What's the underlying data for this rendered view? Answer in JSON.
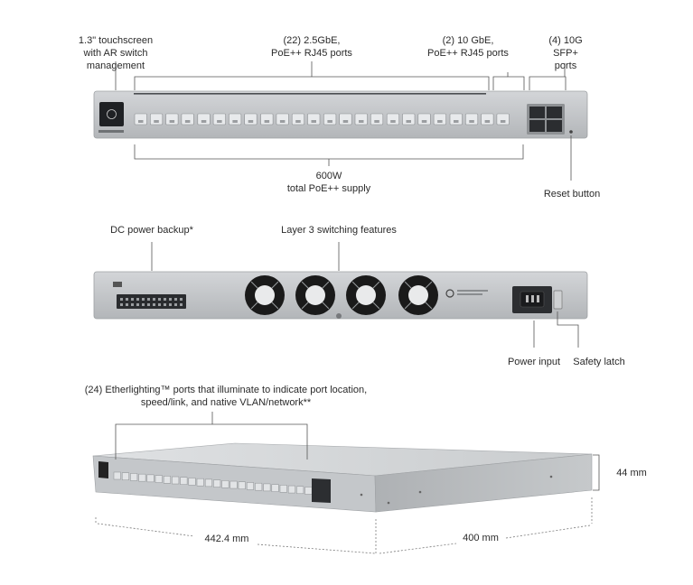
{
  "front": {
    "touchscreen_label": "1.3\" touchscreen\nwith AR switch management",
    "ports_2_5g_label": "(22) 2.5GbE,\nPoE++ RJ45 ports",
    "ports_10g_label": "(2)  10 GbE,\nPoE++ RJ45 ports",
    "sfp_label": "(4) 10G SFP+\nports",
    "poe_supply_label": "600W\ntotal PoE++ supply",
    "reset_label": "Reset button"
  },
  "rear": {
    "dc_backup_label": "DC power backup*",
    "layer3_label": "Layer 3 switching features",
    "power_input_label": "Power input",
    "safety_latch_label": "Safety latch"
  },
  "iso": {
    "etherlighting_label": "(24) Etherlighting™ ports that illuminate to indicate port location,\nspeed/link, and native VLAN/network**",
    "height_label": "44 mm",
    "width_label": "442.4 mm",
    "depth_label": "400 mm"
  },
  "colors": {
    "chassis": "#bfc2c5",
    "chassis_dark": "#a7aaad",
    "leader": "#555555",
    "port": "#e8eaec",
    "fan": "#1a1a1a"
  }
}
